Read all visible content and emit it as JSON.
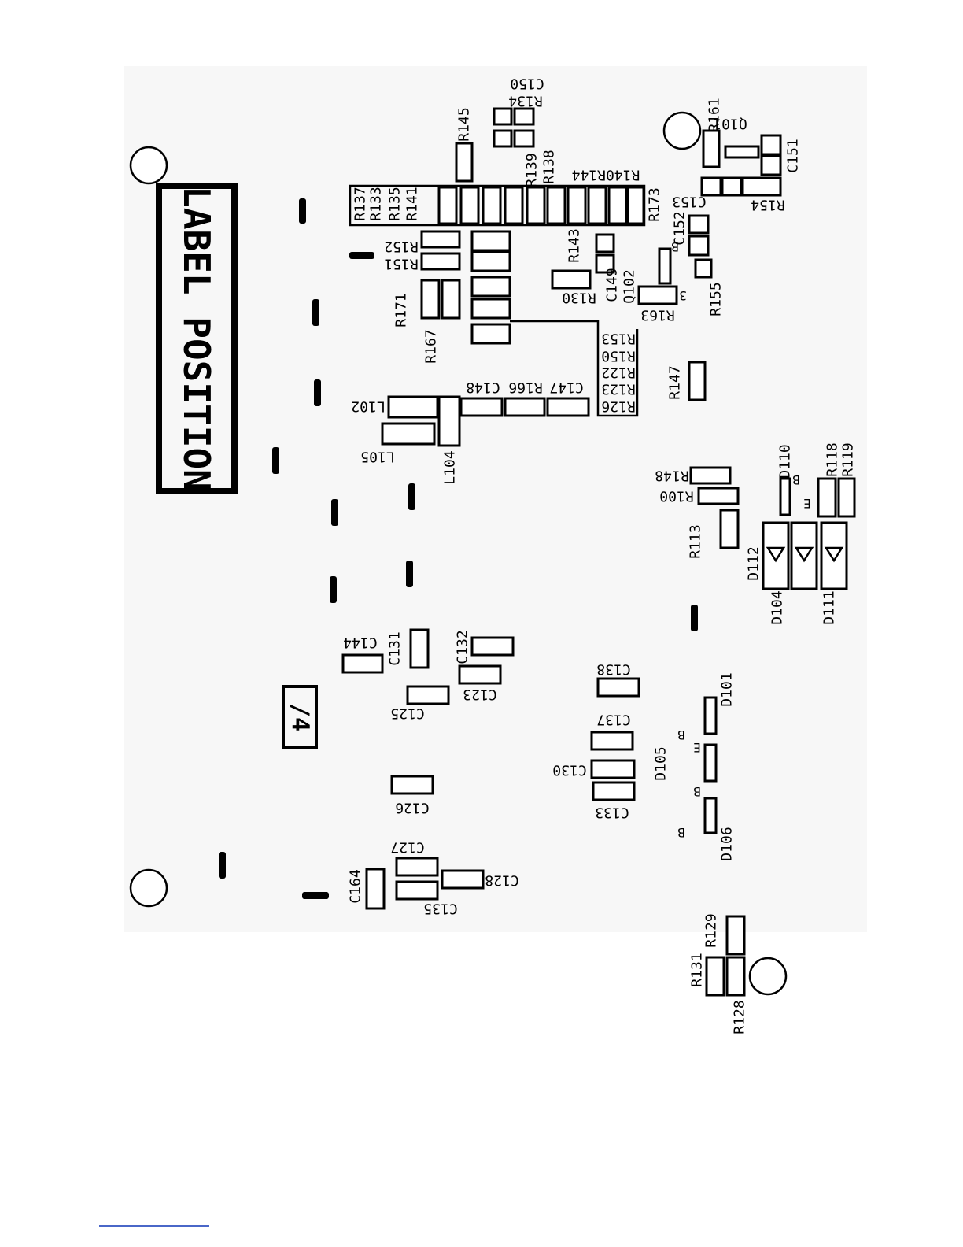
{
  "label_box": {
    "text": "LABEL POSITION"
  },
  "marker": {
    "text": "/4"
  },
  "components": [
    {
      "ref": "C150"
    },
    {
      "ref": "R134"
    },
    {
      "ref": "R145"
    },
    {
      "ref": "Q101"
    },
    {
      "ref": "R161"
    },
    {
      "ref": "C151"
    },
    {
      "ref": "R139"
    },
    {
      "ref": "R138"
    },
    {
      "ref": "R140R144"
    },
    {
      "ref": "R137"
    },
    {
      "ref": "R133"
    },
    {
      "ref": "R135"
    },
    {
      "ref": "R141"
    },
    {
      "ref": "R173"
    },
    {
      "ref": "C153"
    },
    {
      "ref": "R154"
    },
    {
      "ref": "C152"
    },
    {
      "ref": "R152"
    },
    {
      "ref": "R151"
    },
    {
      "ref": "R143"
    },
    {
      "ref": "C149"
    },
    {
      "ref": "Q102"
    },
    {
      "ref": "R155"
    },
    {
      "ref": "R130"
    },
    {
      "ref": "R163"
    },
    {
      "ref": "R171"
    },
    {
      "ref": "R167"
    },
    {
      "ref": "R153"
    },
    {
      "ref": "R150"
    },
    {
      "ref": "R122"
    },
    {
      "ref": "R123"
    },
    {
      "ref": "R126"
    },
    {
      "ref": "R147"
    },
    {
      "ref": "C148"
    },
    {
      "ref": "R166"
    },
    {
      "ref": "C147"
    },
    {
      "ref": "L102"
    },
    {
      "ref": "L105"
    },
    {
      "ref": "L104"
    },
    {
      "ref": "R148"
    },
    {
      "ref": "R100"
    },
    {
      "ref": "D110"
    },
    {
      "ref": "R118"
    },
    {
      "ref": "R119"
    },
    {
      "ref": "R113"
    },
    {
      "ref": "D112"
    },
    {
      "ref": "D104"
    },
    {
      "ref": "D111"
    },
    {
      "ref": "C144"
    },
    {
      "ref": "C131"
    },
    {
      "ref": "C132"
    },
    {
      "ref": "C123"
    },
    {
      "ref": "C125"
    },
    {
      "ref": "C138"
    },
    {
      "ref": "D101"
    },
    {
      "ref": "C137"
    },
    {
      "ref": "D105"
    },
    {
      "ref": "C130"
    },
    {
      "ref": "C133"
    },
    {
      "ref": "D106"
    },
    {
      "ref": "C126"
    },
    {
      "ref": "C127"
    },
    {
      "ref": "C164"
    },
    {
      "ref": "C128"
    },
    {
      "ref": "C135"
    },
    {
      "ref": "R129"
    },
    {
      "ref": "R131"
    },
    {
      "ref": "R128"
    }
  ],
  "pin_letters": {
    "b": "B",
    "e": "E",
    "three": "3"
  }
}
